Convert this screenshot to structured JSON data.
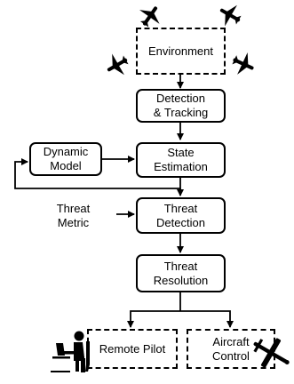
{
  "nodes": {
    "environment": "Environment",
    "detection_tracking": "Detection\n& Tracking",
    "dynamic_model": "Dynamic\nModel",
    "state_estimation": "State\nEstimation",
    "threat_detection": "Threat\nDetection",
    "threat_resolution": "Threat\nResolution",
    "remote_pilot": "Remote Pilot",
    "aircraft_control": "Aircraft\nControl"
  },
  "labels": {
    "threat_metric": "Threat\nMetric"
  },
  "icons": [
    "airplane-icon",
    "airplane-icon",
    "airplane-icon",
    "airplane-icon",
    "pilot-at-laptop-icon",
    "aircraft-icon"
  ]
}
